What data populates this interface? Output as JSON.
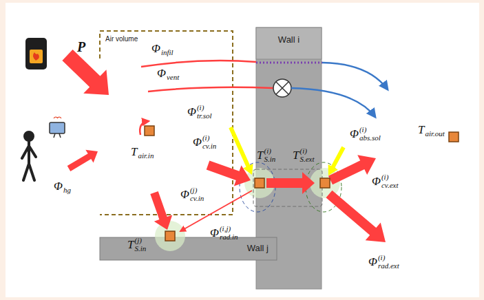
{
  "diagram": {
    "nodes": [
      {
        "text": [
          "Air volume"
        ]
      },
      {
        "text": [
          "Wall i"
        ]
      },
      {
        "text": [
          "Wall j"
        ]
      }
    ],
    "labels": [
      "P",
      "Φ",
      "infil",
      "Φ",
      "vent",
      "Φ",
      "(i)",
      "tr.sol",
      "T",
      "air.in",
      "Φ",
      "(i)",
      "cv.in",
      "T",
      "(i)",
      "S.in",
      "T",
      "(i)",
      "S.ext",
      "Φ",
      "(i)",
      "abs.sol",
      "T",
      "air.out",
      "Φ",
      "hg",
      "Φ",
      "(j)",
      "cv.in",
      "Φ",
      "(i,j)",
      "rad.in",
      "T",
      "(j)",
      "S.in",
      "Φ",
      "(i)",
      "cv.ext",
      "Φ",
      "(i)",
      "rad.ext"
    ]
  }
}
